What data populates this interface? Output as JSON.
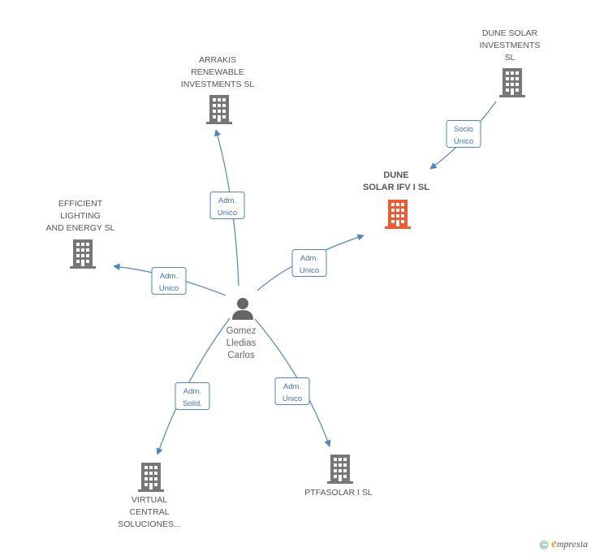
{
  "colors": {
    "company": "#777777",
    "highlight": "#f05a32",
    "edge": "#4a86c8",
    "person": "#666666"
  },
  "person": {
    "name_lines": [
      "Gomez",
      "Lledias",
      "Carlos"
    ],
    "icon": "person-icon"
  },
  "companies": [
    {
      "id": "arrakis",
      "label_lines": [
        "ARRAKIS",
        "RENEWABLE",
        "INVESTMENTS SL"
      ],
      "icon": "building-icon"
    },
    {
      "id": "dune-inv",
      "label_lines": [
        "DUNE SOLAR",
        "INVESTMENTS",
        "SL"
      ],
      "icon": "building-icon"
    },
    {
      "id": "dune-ifv",
      "label_lines": [
        "DUNE",
        "SOLAR IFV I SL"
      ],
      "icon": "building-icon",
      "highlight": true
    },
    {
      "id": "efficient",
      "label_lines": [
        "EFFICIENT",
        "LIGHTING",
        "AND ENERGY SL"
      ],
      "icon": "building-icon"
    },
    {
      "id": "virtual",
      "label_lines": [
        "VIRTUAL",
        "CENTRAL",
        "SOLUCIONES..."
      ],
      "icon": "building-icon"
    },
    {
      "id": "ptfasolar",
      "label_lines": [
        "PTFASOLAR I SL"
      ],
      "icon": "building-icon"
    }
  ],
  "edges": [
    {
      "id": "e-arrakis",
      "from": "person",
      "to": "arrakis",
      "label_lines": [
        "Adm.",
        "Unico"
      ]
    },
    {
      "id": "e-dune-ifv",
      "from": "person",
      "to": "dune-ifv",
      "label_lines": [
        "Adm.",
        "Unico"
      ]
    },
    {
      "id": "e-efficient",
      "from": "person",
      "to": "efficient",
      "label_lines": [
        "Adm.",
        "Unico"
      ]
    },
    {
      "id": "e-virtual",
      "from": "person",
      "to": "virtual",
      "label_lines": [
        "Adm.",
        "Solid."
      ]
    },
    {
      "id": "e-ptfasolar",
      "from": "person",
      "to": "ptfasolar",
      "label_lines": [
        "Adm.",
        "Unico"
      ]
    },
    {
      "id": "e-dune-inv",
      "from": "dune-inv",
      "to": "dune-ifv",
      "label_lines": [
        "Socio",
        "Único"
      ]
    }
  ],
  "footer": {
    "copyright": "©",
    "brand_initial": "e",
    "brand_rest": "mpresia"
  }
}
